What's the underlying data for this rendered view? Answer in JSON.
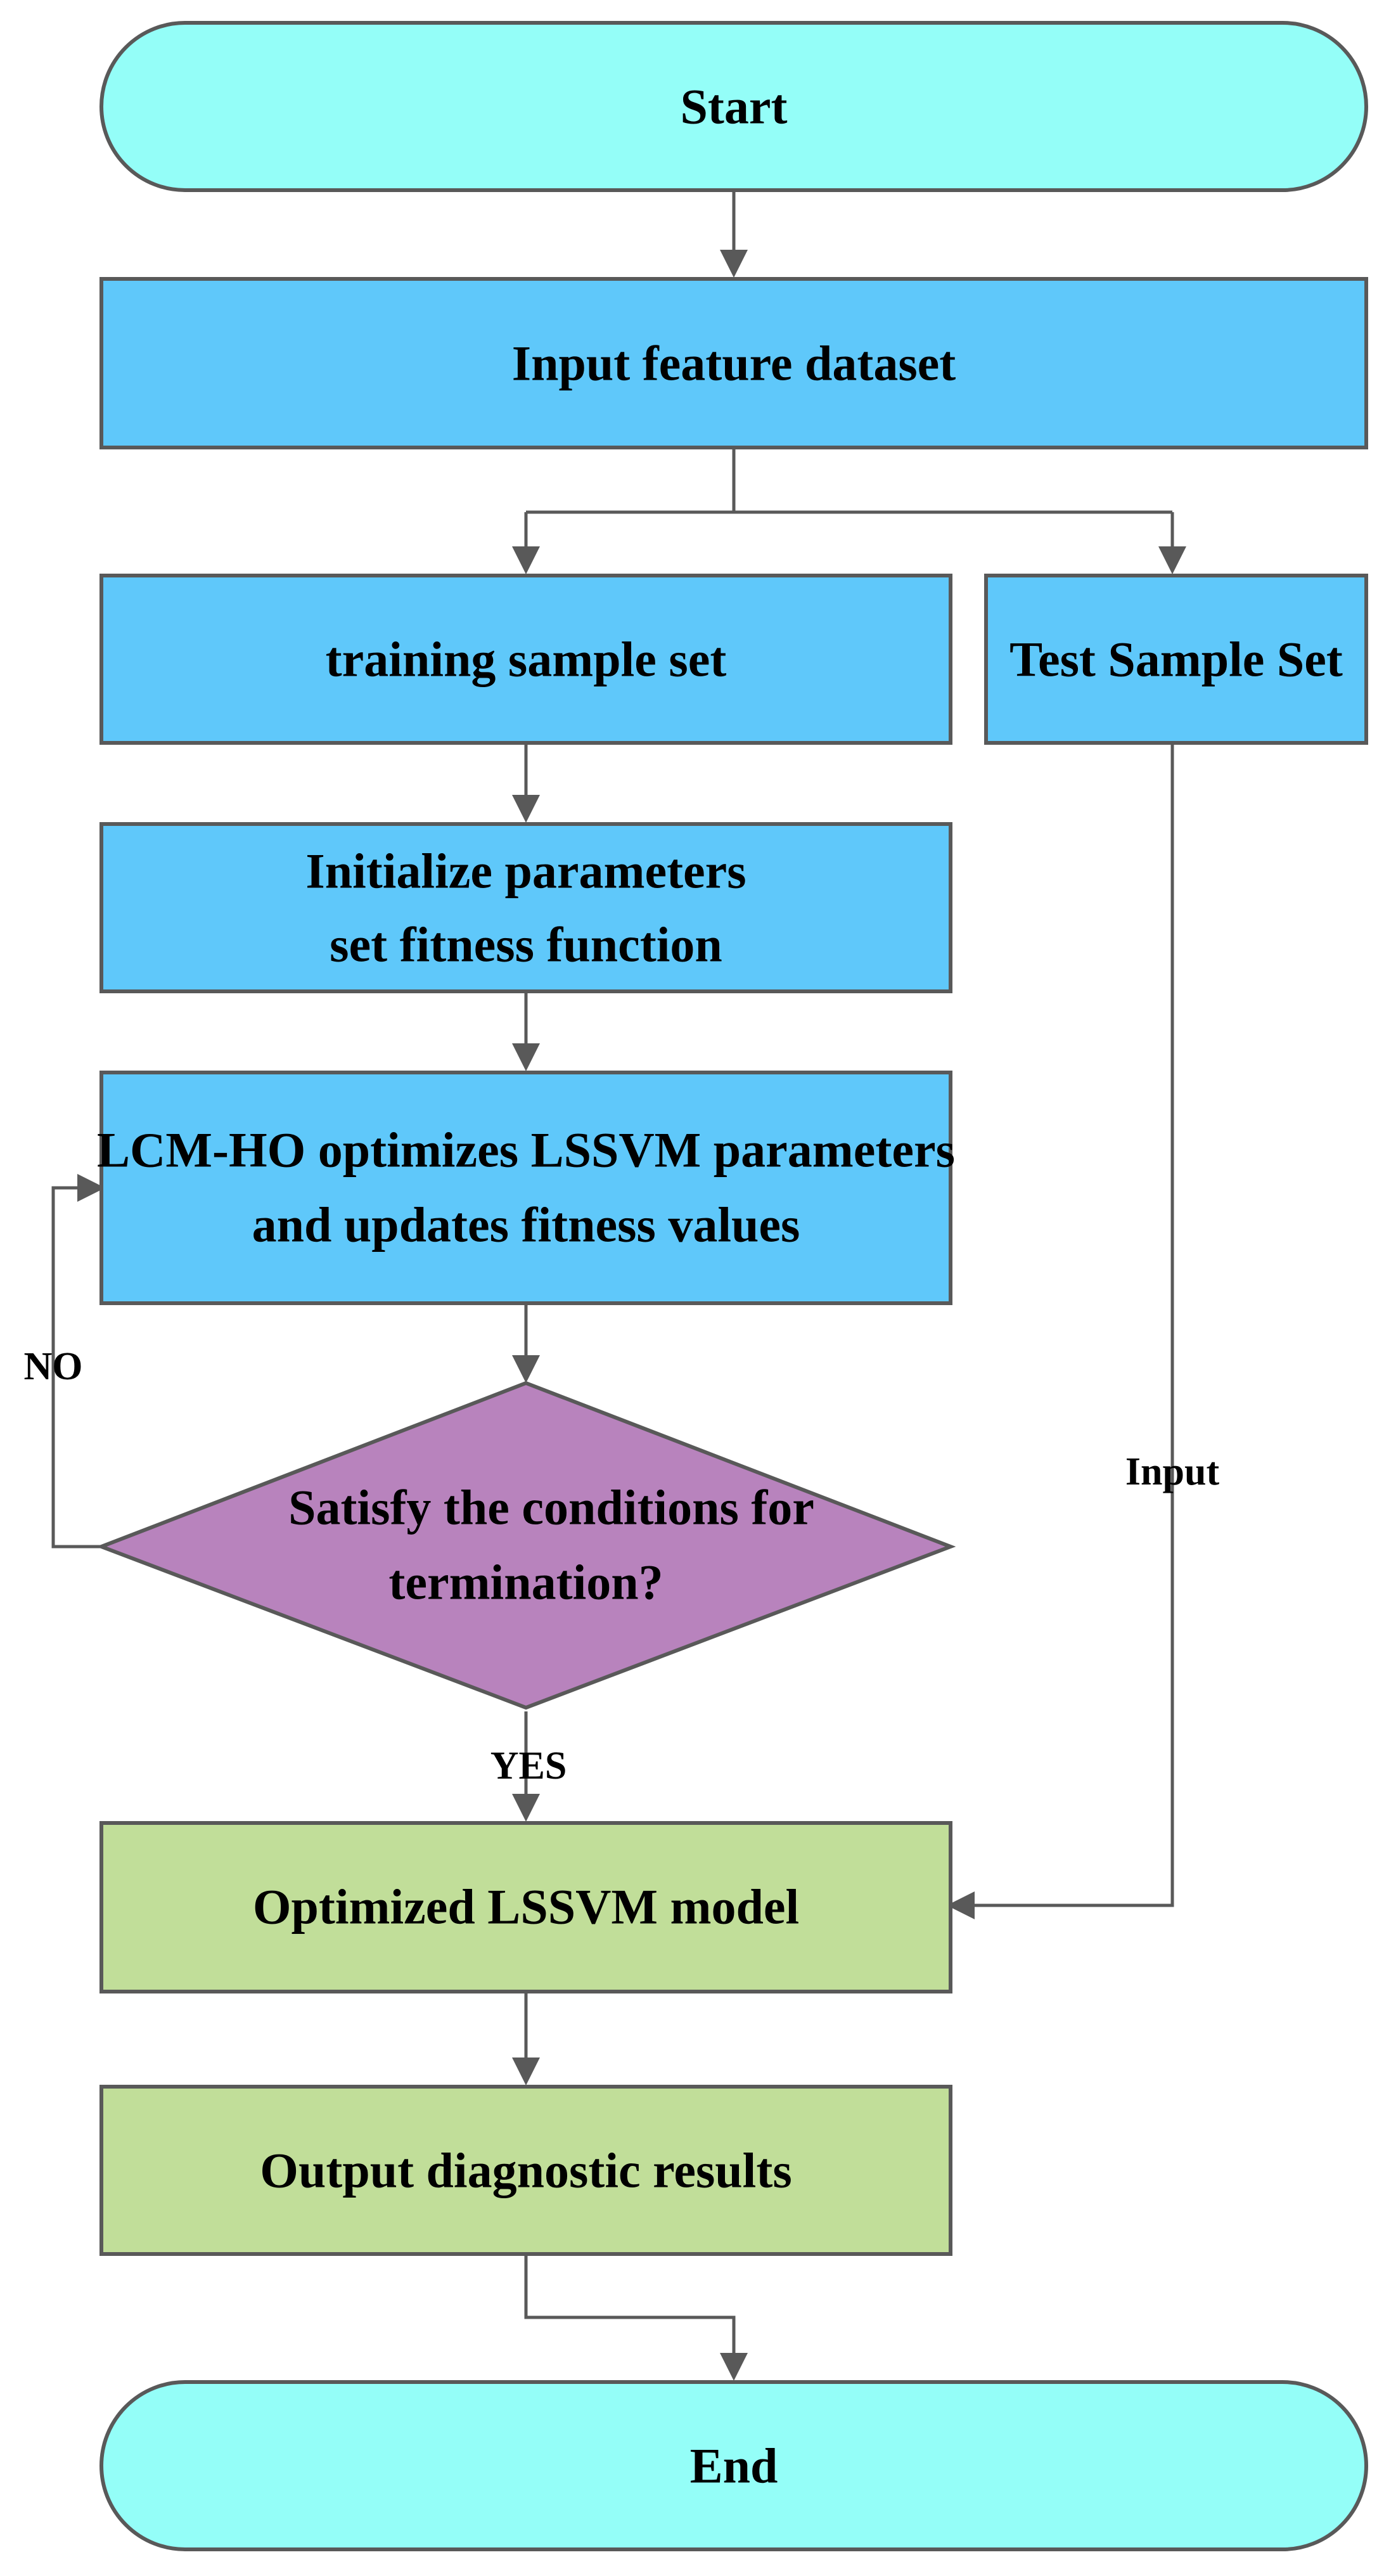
{
  "colors": {
    "terminal_fill": "#94fef8",
    "process_fill": "#5fc8fa",
    "decision_fill": "#b883bd",
    "result_fill": "#c1de99",
    "stroke": "#595959",
    "text": "#000000"
  },
  "nodes": {
    "start": {
      "label": "Start"
    },
    "input_dataset": {
      "label": "Input feature dataset"
    },
    "training_set": {
      "label": "training sample set"
    },
    "test_set": {
      "label": "Test Sample Set"
    },
    "init_params": {
      "line1": "Initialize parameters",
      "line2": "set fitness function"
    },
    "optimize": {
      "line1": "LCM-HO optimizes LSSVM parameters",
      "line2": "and updates fitness values"
    },
    "decision": {
      "line1": "Satisfy the conditions for",
      "line2": "termination?"
    },
    "optimized_model": {
      "label": "Optimized LSSVM model"
    },
    "output_results": {
      "label": "Output diagnostic results"
    },
    "end": {
      "label": "End"
    }
  },
  "edge_labels": {
    "no": "NO",
    "yes": "YES",
    "input": "Input"
  }
}
